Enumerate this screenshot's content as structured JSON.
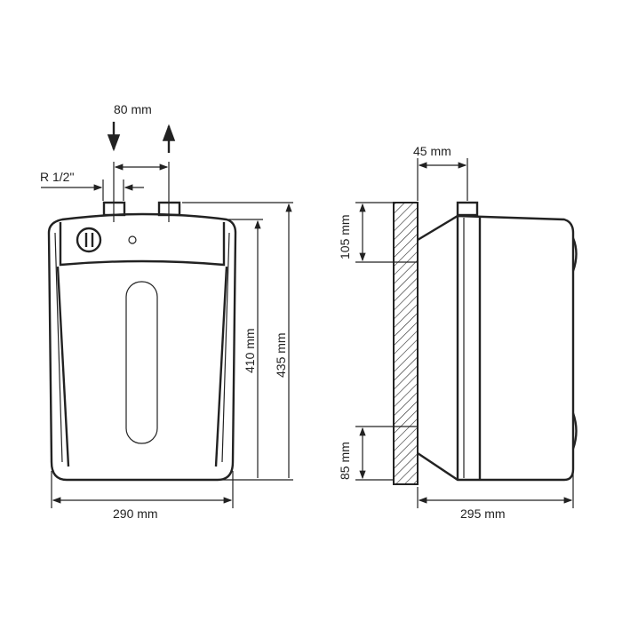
{
  "front_view": {
    "pipe_spacing": "80 mm",
    "thread_size": "R 1/2\"",
    "body_height": "410 mm",
    "total_height": "435 mm",
    "width": "290 mm"
  },
  "side_view": {
    "pipe_offset": "45 mm",
    "top_mount": "105 mm",
    "bottom_mount": "85 mm",
    "depth": "295 mm"
  }
}
